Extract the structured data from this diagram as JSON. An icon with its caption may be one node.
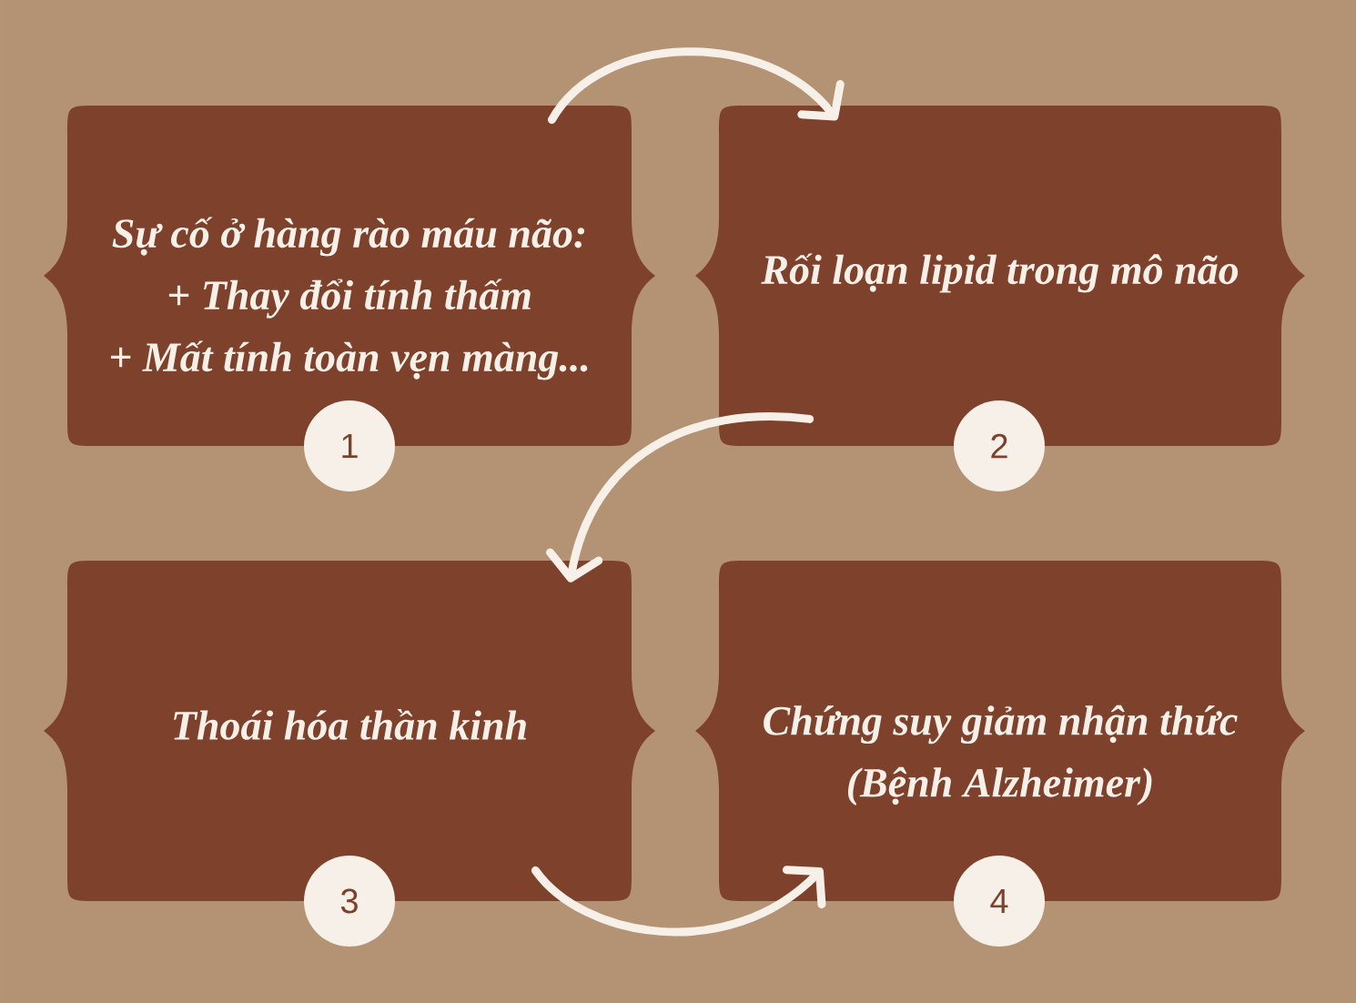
{
  "diagram": {
    "nodes": [
      {
        "text": [
          "Sự cố ở hàng rào máu não:",
          "+ Thay đổi tính thấm",
          "+ Mất tính toàn vẹn màng..."
        ]
      },
      {
        "text": [
          "1"
        ]
      },
      {
        "text": [
          "Rối loạn lipid trong mô não"
        ]
      },
      {
        "text": [
          "2"
        ]
      },
      {
        "text": [
          "Thoái hóa thần kinh"
        ]
      },
      {
        "text": [
          "3"
        ]
      },
      {
        "text": [
          "Chứng suy giảm nhận thức (Bệnh Alzheimer)"
        ]
      },
      {
        "text": [
          "4"
        ]
      }
    ],
    "edges": [
      {
        "from": 0,
        "to": 2,
        "arrow": "to"
      },
      {
        "from": 2,
        "to": 4,
        "arrow": "to"
      },
      {
        "from": 4,
        "to": 6,
        "arrow": "to"
      }
    ]
  }
}
